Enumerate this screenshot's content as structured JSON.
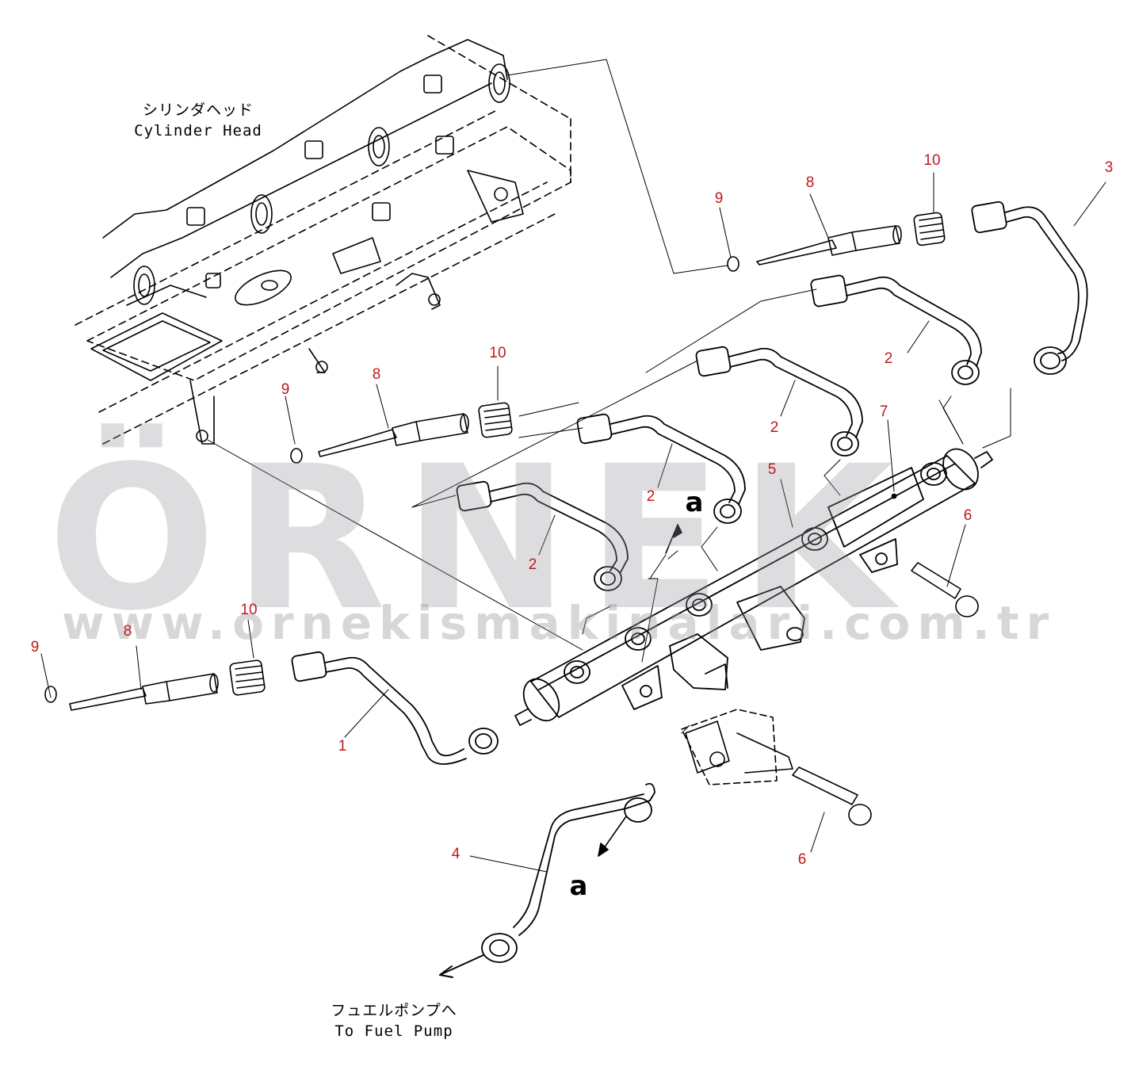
{
  "labels": {
    "cylinder_head_jp": "シリンダヘッド",
    "cylinder_head_en": "Cylinder Head",
    "fuel_pump_jp": "フュエルポンプへ",
    "fuel_pump_en": "To Fuel Pump",
    "view_a_top": "a",
    "view_a_bottom": "a"
  },
  "callouts": {
    "c1": "1",
    "c2a": "2",
    "c2b": "2",
    "c2c": "2",
    "c2d": "2",
    "c3": "3",
    "c4": "4",
    "c5": "5",
    "c6a": "6",
    "c6b": "6",
    "c7": "7",
    "c8a": "8",
    "c8b": "8",
    "c8c": "8",
    "c9a": "9",
    "c9b": "9",
    "c9c": "9",
    "c10a": "10",
    "c10b": "10",
    "c10c": "10"
  },
  "watermark": {
    "word": "ÖRNEK",
    "url": "www.ornekismakinalari.com.tr"
  },
  "colors": {
    "callout": "#c0191c",
    "line": "#000000",
    "watermark": "#96969b"
  }
}
